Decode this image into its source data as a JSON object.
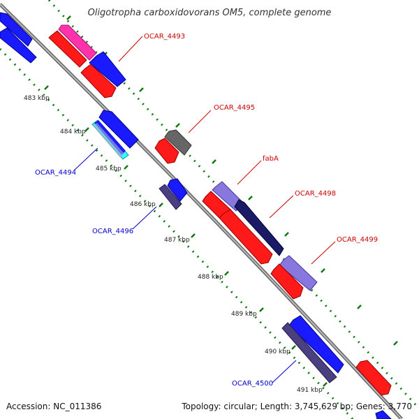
{
  "title": "Oligotropha carboxidovorans OM5, complete genome",
  "footer": {
    "accession": "Accession: NC_011386",
    "topology": "Topology: circular; Length: 3,745,629 bp; Genes: 3,770"
  },
  "colors": {
    "forward_red": "#ff1a1a",
    "reverse_blue": "#1a1aff",
    "pink": "#ff33aa",
    "gray_gene": "#666666",
    "cyan_outline": "#33ffff",
    "light_purple": "#8877dd",
    "dark_navy": "#1a1a66",
    "dark_slate": "#4a4080",
    "tick_green": "#117711",
    "backbone": "#888888",
    "label_red": "#cc0000",
    "label_blue": "#0000cc"
  },
  "scale_labels": [
    "483 kbp",
    "484 kbp",
    "485 kbp",
    "486 kbp",
    "487 kbp",
    "488 kbp",
    "489 kbp",
    "490 kbp",
    "491 kbp"
  ],
  "gene_labels": [
    {
      "text": "OCAR_4493",
      "color": "red"
    },
    {
      "text": "OCAR_4495",
      "color": "red"
    },
    {
      "text": "fabA",
      "color": "red"
    },
    {
      "text": "OCAR_4498",
      "color": "red"
    },
    {
      "text": "OCAR_4499",
      "color": "red"
    },
    {
      "text": "OCAR_4494",
      "color": "blue"
    },
    {
      "text": "OCAR_4496",
      "color": "blue"
    },
    {
      "text": "OCAR_4500",
      "color": "blue"
    }
  ]
}
